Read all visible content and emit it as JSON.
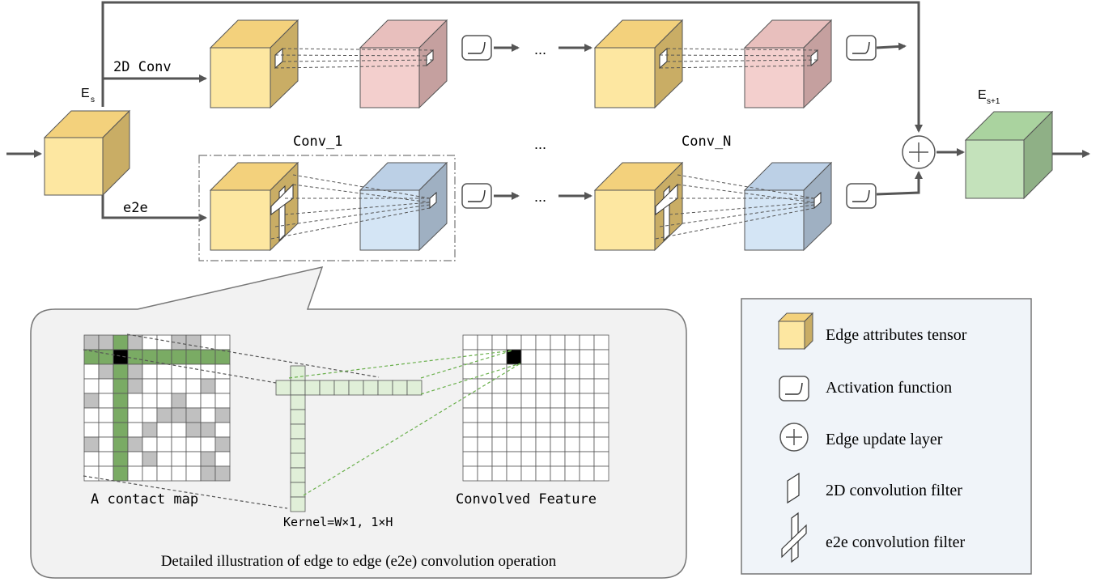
{
  "labels": {
    "es": "E",
    "es_sub": "s",
    "es1": "E",
    "es1_sub": "s+1",
    "conv2d": "2D Conv",
    "e2e": "e2e",
    "conv_1": "Conv_1",
    "conv_n": "Conv_N",
    "ellipsis": "...",
    "ellipsis_top": "...",
    "ellipsis_bottom": "...",
    "contact_map": "A contact map",
    "kernel": "Kernel=W×1, 1×H",
    "convolved": "Convolved Feature",
    "detail_caption": "Detailed illustration of edge to edge (e2e) convolution operation"
  },
  "legend": {
    "items": [
      {
        "icon": "cube-icon",
        "label": "Edge attributes tensor"
      },
      {
        "icon": "activation-icon",
        "label": "Activation function"
      },
      {
        "icon": "plus-circle-icon",
        "label": "Edge update layer"
      },
      {
        "icon": "conv2d-filter-icon",
        "label": "2D convolution  filter"
      },
      {
        "icon": "e2e-filter-icon",
        "label": "e2e convolution  filter"
      }
    ]
  },
  "colors": {
    "yellow_front": "#fde7a1",
    "yellow_top": "#f3d17c",
    "yellow_side": "#c9ad65",
    "pink_front": "#f3cfcd",
    "pink_side": "#c5a09f",
    "blue_front": "#d4e5f5",
    "blue_side": "#9fb0c2",
    "green_front": "#c4e2bb",
    "green_side": "#8fb086",
    "grid_green": "#7aab64",
    "grid_gray": "#c0c0c0",
    "kernel_fill": "#e0efd8",
    "panel_fill": "#f2f2f2",
    "legend_fill": "#f0f4f9"
  }
}
